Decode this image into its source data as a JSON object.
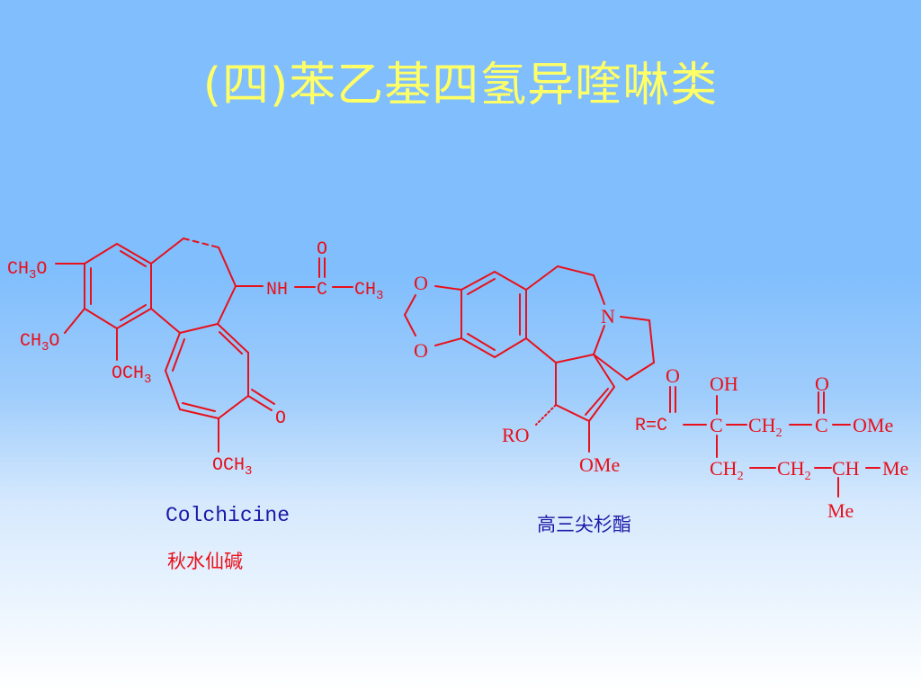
{
  "slide": {
    "title": "(四)苯乙基四氢异喹啉类"
  },
  "colchicine": {
    "name_en": "Colchicine",
    "name_cn": "秋水仙碱",
    "labels": {
      "ch3o_1": "CH3O",
      "ch3o_2": "CH3O",
      "och3_1": "OCH3",
      "och3_2": "OCH3",
      "ketone_o": "O",
      "nh": "NH",
      "amide_c": "C",
      "amide_o": "O",
      "amide_ch3": "CH3"
    }
  },
  "homoharringtonine": {
    "name_cn": "高三尖杉酯",
    "labels": {
      "o_top": "O",
      "o_bottom": "O",
      "n": "N",
      "ro": "RO",
      "ome": "OMe"
    }
  },
  "side_chain": {
    "labels": {
      "r_eq_c": "R=C",
      "c1_o": "O",
      "oh": "OH",
      "c2": "C",
      "ch2_a": "CH2",
      "c3": "C",
      "c3_o": "O",
      "ome": "OMe",
      "ch2_b": "CH2",
      "ch2_c": "CH2",
      "ch": "CH",
      "me_right": "Me",
      "me_bottom": "Me"
    }
  },
  "colors": {
    "title": "#ffff66",
    "structure": "#e8101a",
    "name_blue": "#1a1aa8",
    "bg_top": "#80befd",
    "bg_bottom": "#ffffff"
  }
}
